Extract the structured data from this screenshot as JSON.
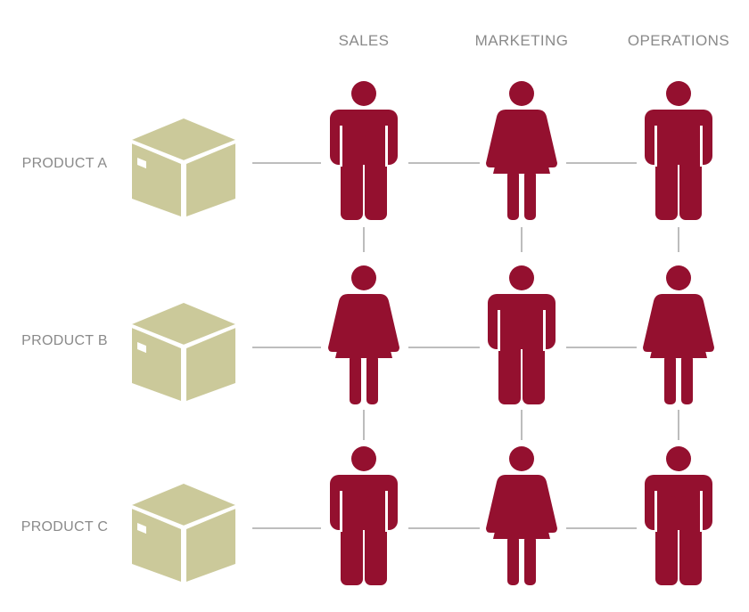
{
  "columns": [
    {
      "label": "SALES"
    },
    {
      "label": "MARKETING"
    },
    {
      "label": "OPERATIONS"
    }
  ],
  "rows": [
    {
      "label": "PRODUCT A",
      "people": [
        "male-icon",
        "female-icon",
        "male-icon"
      ]
    },
    {
      "label": "PRODUCT B",
      "people": [
        "female-icon",
        "male-icon",
        "female-icon"
      ]
    },
    {
      "label": "PRODUCT C",
      "people": [
        "male-icon",
        "female-icon",
        "male-icon"
      ]
    }
  ],
  "product_icon": "box-icon",
  "colors": {
    "person": "#94102f",
    "box_face": "#cbc99a",
    "box_edge": "#ffffff",
    "label": "#8a8a8a",
    "connector": "#bdbdbd"
  }
}
